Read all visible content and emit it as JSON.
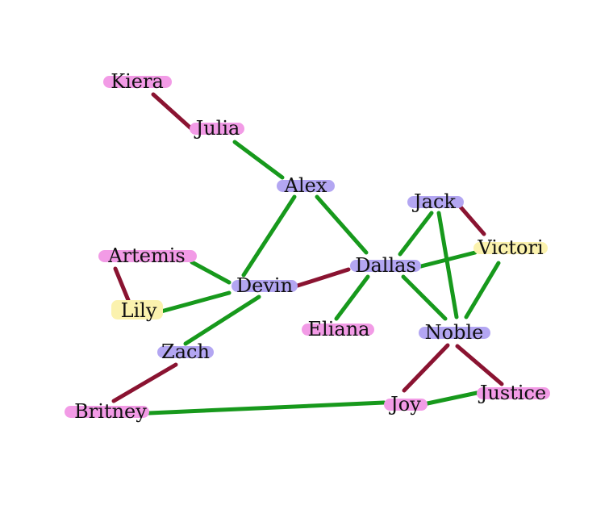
{
  "colors": {
    "pink": "#f29be6",
    "purple": "#b3a6f2",
    "yellow": "#fbf2ae",
    "green": "#17991c",
    "maroon": "#8a1331"
  },
  "nodes": [
    {
      "id": "kiera",
      "label": "Kiera",
      "color": "pink"
    },
    {
      "id": "julia",
      "label": "Julia",
      "color": "pink"
    },
    {
      "id": "alex",
      "label": "Alex",
      "color": "purple"
    },
    {
      "id": "jack",
      "label": "Jack",
      "color": "purple"
    },
    {
      "id": "victori",
      "label": "Victori",
      "color": "yellow"
    },
    {
      "id": "artemis",
      "label": "Artemis",
      "color": "pink"
    },
    {
      "id": "dallas",
      "label": "Dallas",
      "color": "purple"
    },
    {
      "id": "devin",
      "label": "Devin",
      "color": "purple"
    },
    {
      "id": "lily",
      "label": "Lily",
      "color": "yellow"
    },
    {
      "id": "eliana",
      "label": "Eliana",
      "color": "pink"
    },
    {
      "id": "noble",
      "label": "Noble",
      "color": "purple"
    },
    {
      "id": "zach",
      "label": "Zach",
      "color": "purple"
    },
    {
      "id": "justice",
      "label": "Justice",
      "color": "pink"
    },
    {
      "id": "joy",
      "label": "Joy",
      "color": "pink"
    },
    {
      "id": "britney",
      "label": "Britney",
      "color": "pink"
    }
  ],
  "edges": [
    {
      "from": "kiera",
      "to": "julia",
      "color": "maroon"
    },
    {
      "from": "julia",
      "to": "alex",
      "color": "green"
    },
    {
      "from": "alex",
      "to": "devin",
      "color": "green"
    },
    {
      "from": "alex",
      "to": "dallas",
      "color": "green"
    },
    {
      "from": "jack",
      "to": "victori",
      "color": "maroon"
    },
    {
      "from": "jack",
      "to": "dallas",
      "color": "green"
    },
    {
      "from": "jack",
      "to": "noble",
      "color": "green"
    },
    {
      "from": "victori",
      "to": "dallas",
      "color": "green"
    },
    {
      "from": "victori",
      "to": "noble",
      "color": "green"
    },
    {
      "from": "artemis",
      "to": "devin",
      "color": "green"
    },
    {
      "from": "artemis",
      "to": "lily",
      "color": "maroon"
    },
    {
      "from": "dallas",
      "to": "devin",
      "color": "maroon"
    },
    {
      "from": "dallas",
      "to": "eliana",
      "color": "green"
    },
    {
      "from": "dallas",
      "to": "noble",
      "color": "green"
    },
    {
      "from": "devin",
      "to": "lily",
      "color": "green"
    },
    {
      "from": "devin",
      "to": "zach",
      "color": "green"
    },
    {
      "from": "noble",
      "to": "joy",
      "color": "maroon"
    },
    {
      "from": "noble",
      "to": "justice",
      "color": "maroon"
    },
    {
      "from": "zach",
      "to": "britney",
      "color": "maroon"
    },
    {
      "from": "justice",
      "to": "joy",
      "color": "green"
    },
    {
      "from": "joy",
      "to": "britney",
      "color": "green"
    }
  ]
}
